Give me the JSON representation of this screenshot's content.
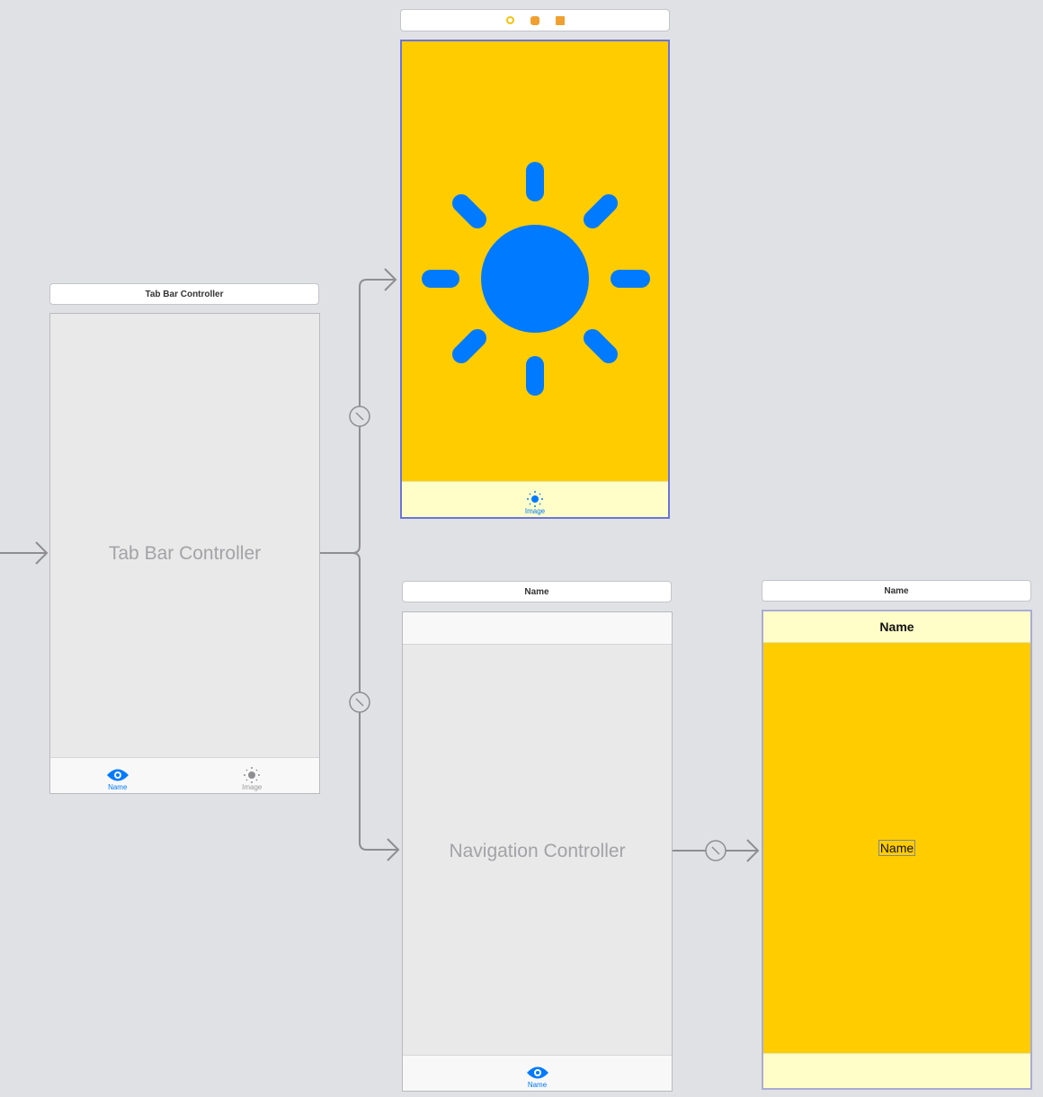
{
  "tab_bar_controller": {
    "title": "Tab Bar Controller",
    "label": "Tab Bar Controller",
    "tabs": [
      {
        "label": "Name",
        "icon": "eye-icon",
        "selected": true
      },
      {
        "label": "Image",
        "icon": "sun-icon",
        "selected": false
      }
    ]
  },
  "image_scene": {
    "header_icons": [
      "view-controller-icon",
      "first-responder-icon",
      "exit-icon"
    ],
    "tab_label": "Image"
  },
  "navigation_controller": {
    "title": "Name",
    "label": "Navigation Controller",
    "tab_label": "Name"
  },
  "name_scene": {
    "title": "Name",
    "nav_title": "Name",
    "label_text": "Name"
  },
  "colors": {
    "accent": "#007aff",
    "yellow": "#ffcc00",
    "light_yellow": "#fffdc8",
    "selection": "#6c74d8"
  }
}
